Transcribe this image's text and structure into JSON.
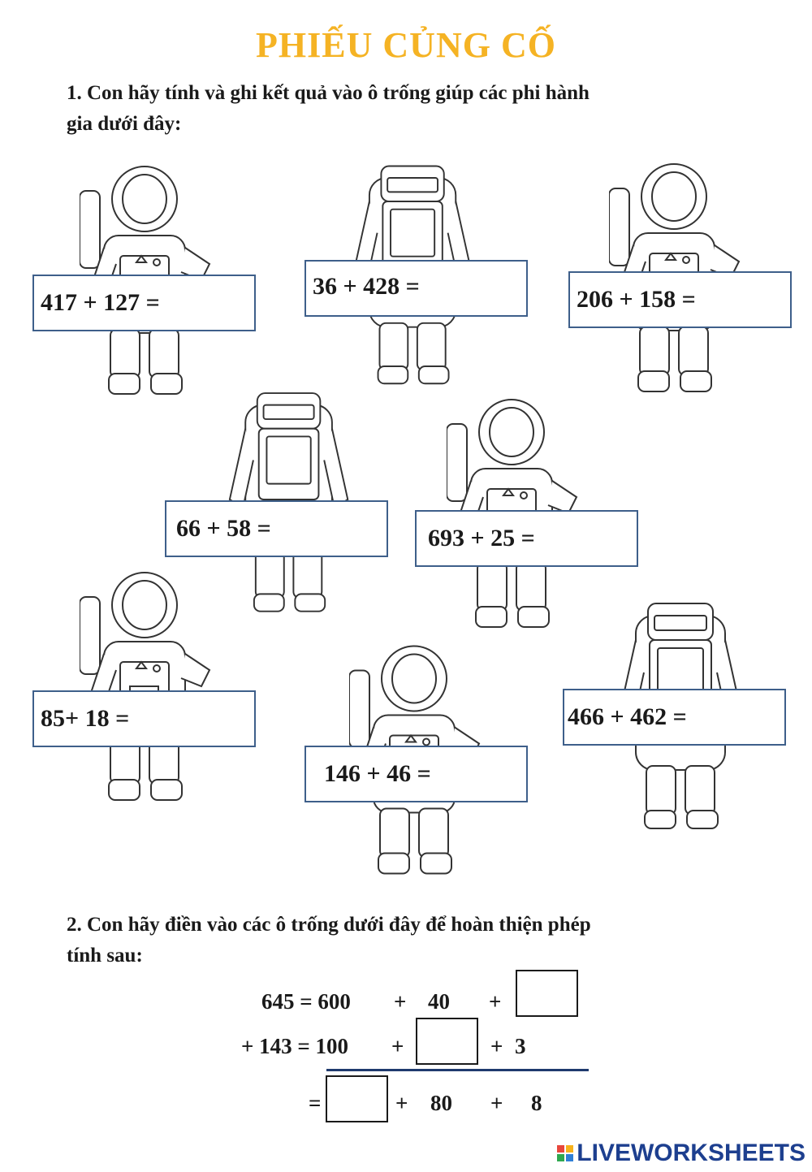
{
  "title": "PHIẾU CỦNG CỐ",
  "question1": {
    "line1": "1. Con hãy tính và ghi kết quả vào ô trống giúp các phi hành",
    "line2": "gia dưới đây:"
  },
  "equations": [
    {
      "text": "417 + 127 =",
      "astronaut": "astronaut-front"
    },
    {
      "text": "36 + 428 =",
      "astronaut": "astronaut-back"
    },
    {
      "text": "206 + 158 =",
      "astronaut": "astronaut-front"
    },
    {
      "text": "66 + 58 =",
      "astronaut": "astronaut-back"
    },
    {
      "text": "693 + 25 =",
      "astronaut": "astronaut-front"
    },
    {
      "text": "85+ 18 =",
      "astronaut": "astronaut-front"
    },
    {
      "text": "146 + 46 =",
      "astronaut": "astronaut-front"
    },
    {
      "text": "466 + 462 =",
      "astronaut": "astronaut-back"
    }
  ],
  "question2": {
    "line1": "2. Con hãy điền vào các ô trống dưới đây để hoàn thiện phép",
    "line2": "tính sau:"
  },
  "calc": {
    "r1_a": "645 = 600",
    "r1_plus1": "+",
    "r1_b": "40",
    "r1_plus2": "+",
    "r2_a": "+ 143 = 100",
    "r2_plus1": "+",
    "r2_plus2": "+",
    "r2_c": "3",
    "r3_eq": "=",
    "r3_plus1": "+",
    "r3_b": "80",
    "r3_plus2": "+",
    "r3_c": "8"
  },
  "footer": {
    "brand": "LIVEWORKSHEETS",
    "logo_colors": [
      "#e8473c",
      "#f7b21b",
      "#2ea84f",
      "#2f7fd6"
    ]
  }
}
